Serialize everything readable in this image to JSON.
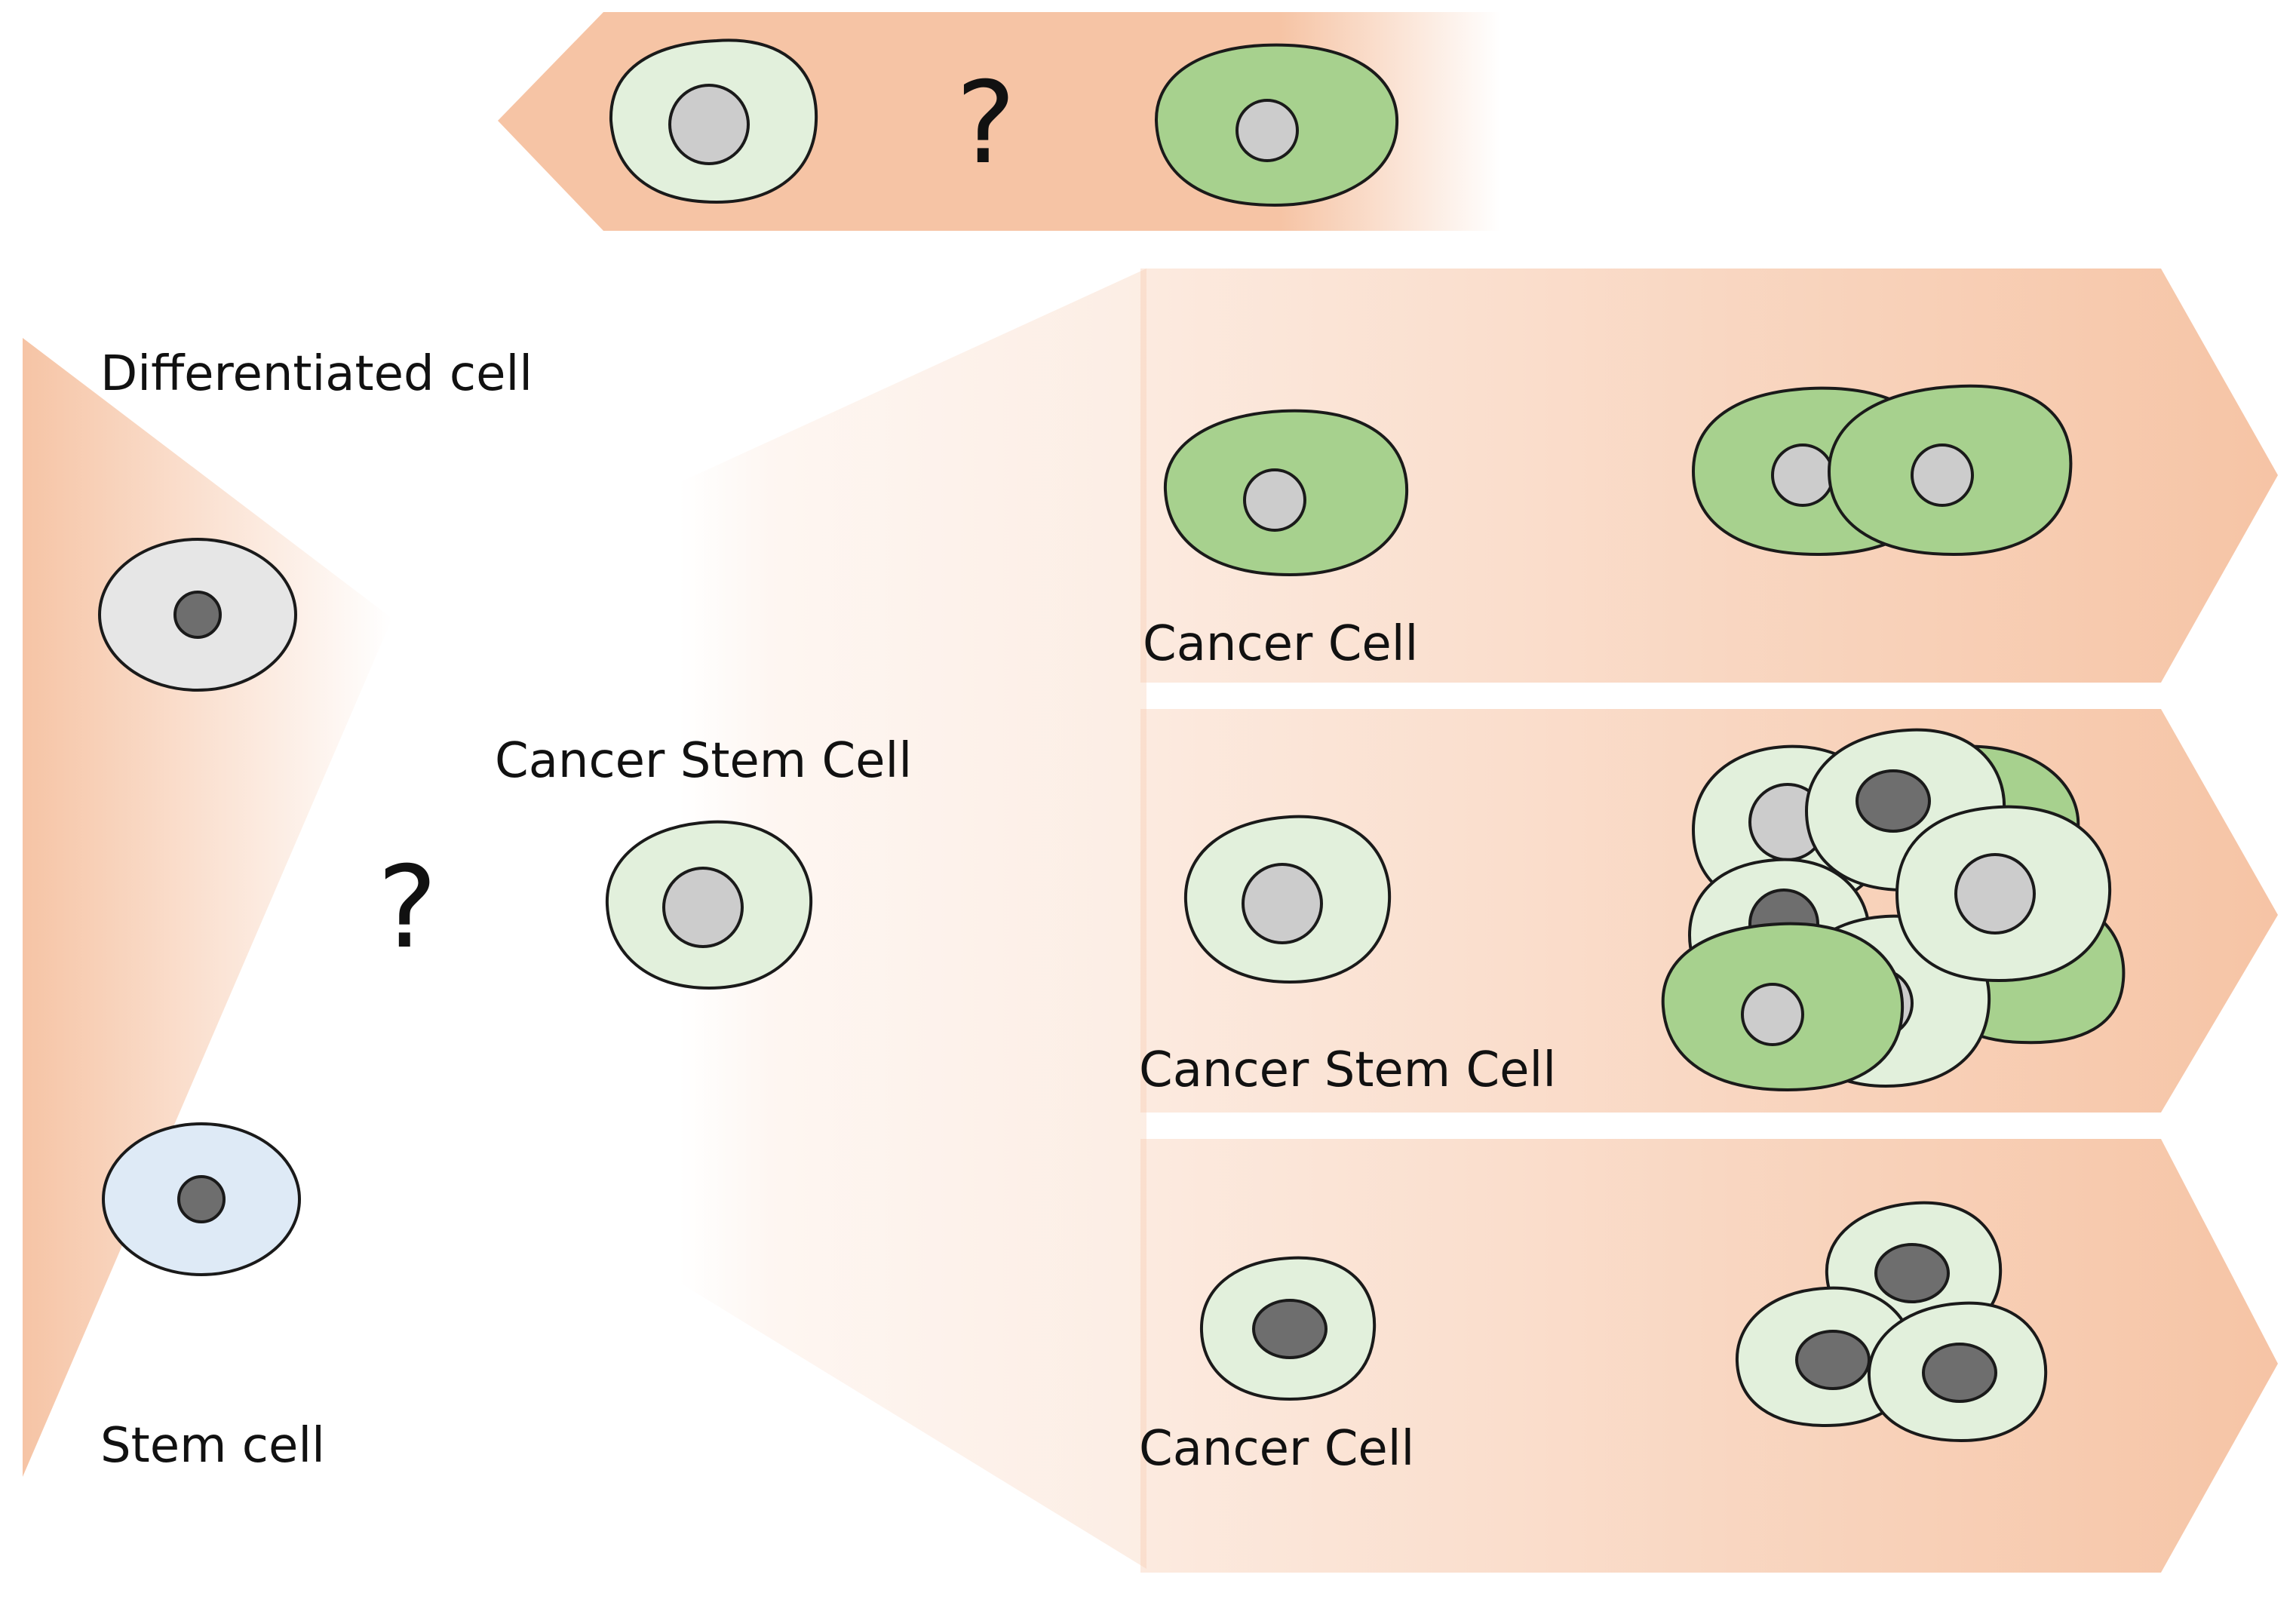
{
  "colors": {
    "band": "#f6c4a5",
    "cell_light_green": "#e2f0dc",
    "cell_green": "#a7d18e",
    "cell_grey": "#e6e6e6",
    "cell_blue": "#deeaf6",
    "nucleus_light": "#cccccc",
    "nucleus_dark": "#6e6e6e",
    "outline": "#1a1a1a"
  },
  "labels": {
    "differentiated_cell": "Differentiated cell",
    "stem_cell": "Stem cell",
    "cancer_stem_cell_center": "Cancer Stem Cell",
    "row1_cancer_cell": "Cancer Cell",
    "row2_cancer_stem_cell": "Cancer Stem Cell",
    "row3_cancer_cell": "Cancer Cell"
  },
  "question_marks": {
    "top": "?",
    "left": "?"
  }
}
